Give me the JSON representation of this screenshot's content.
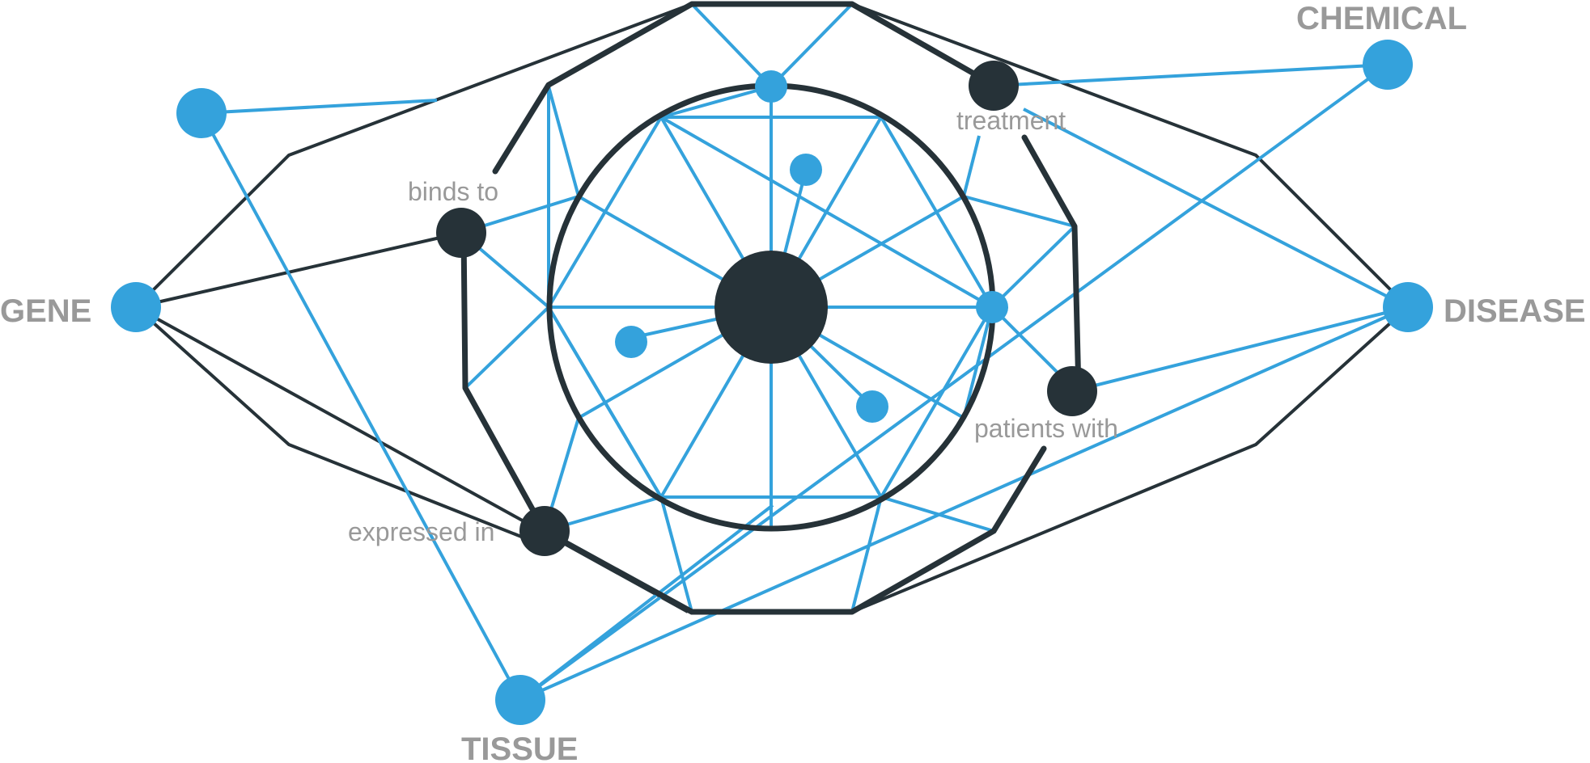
{
  "colors": {
    "blue": "#34a2dc",
    "dark": "#263238",
    "label": "#999999"
  },
  "entities": {
    "gene": "GENE",
    "chemical": "CHEMICAL",
    "disease": "DISEASE",
    "tissue": "TISSUE"
  },
  "relations": {
    "binds_to": "binds to",
    "treatment": "treatment",
    "patients_with": "patients with",
    "expressed_in": "expressed in"
  }
}
